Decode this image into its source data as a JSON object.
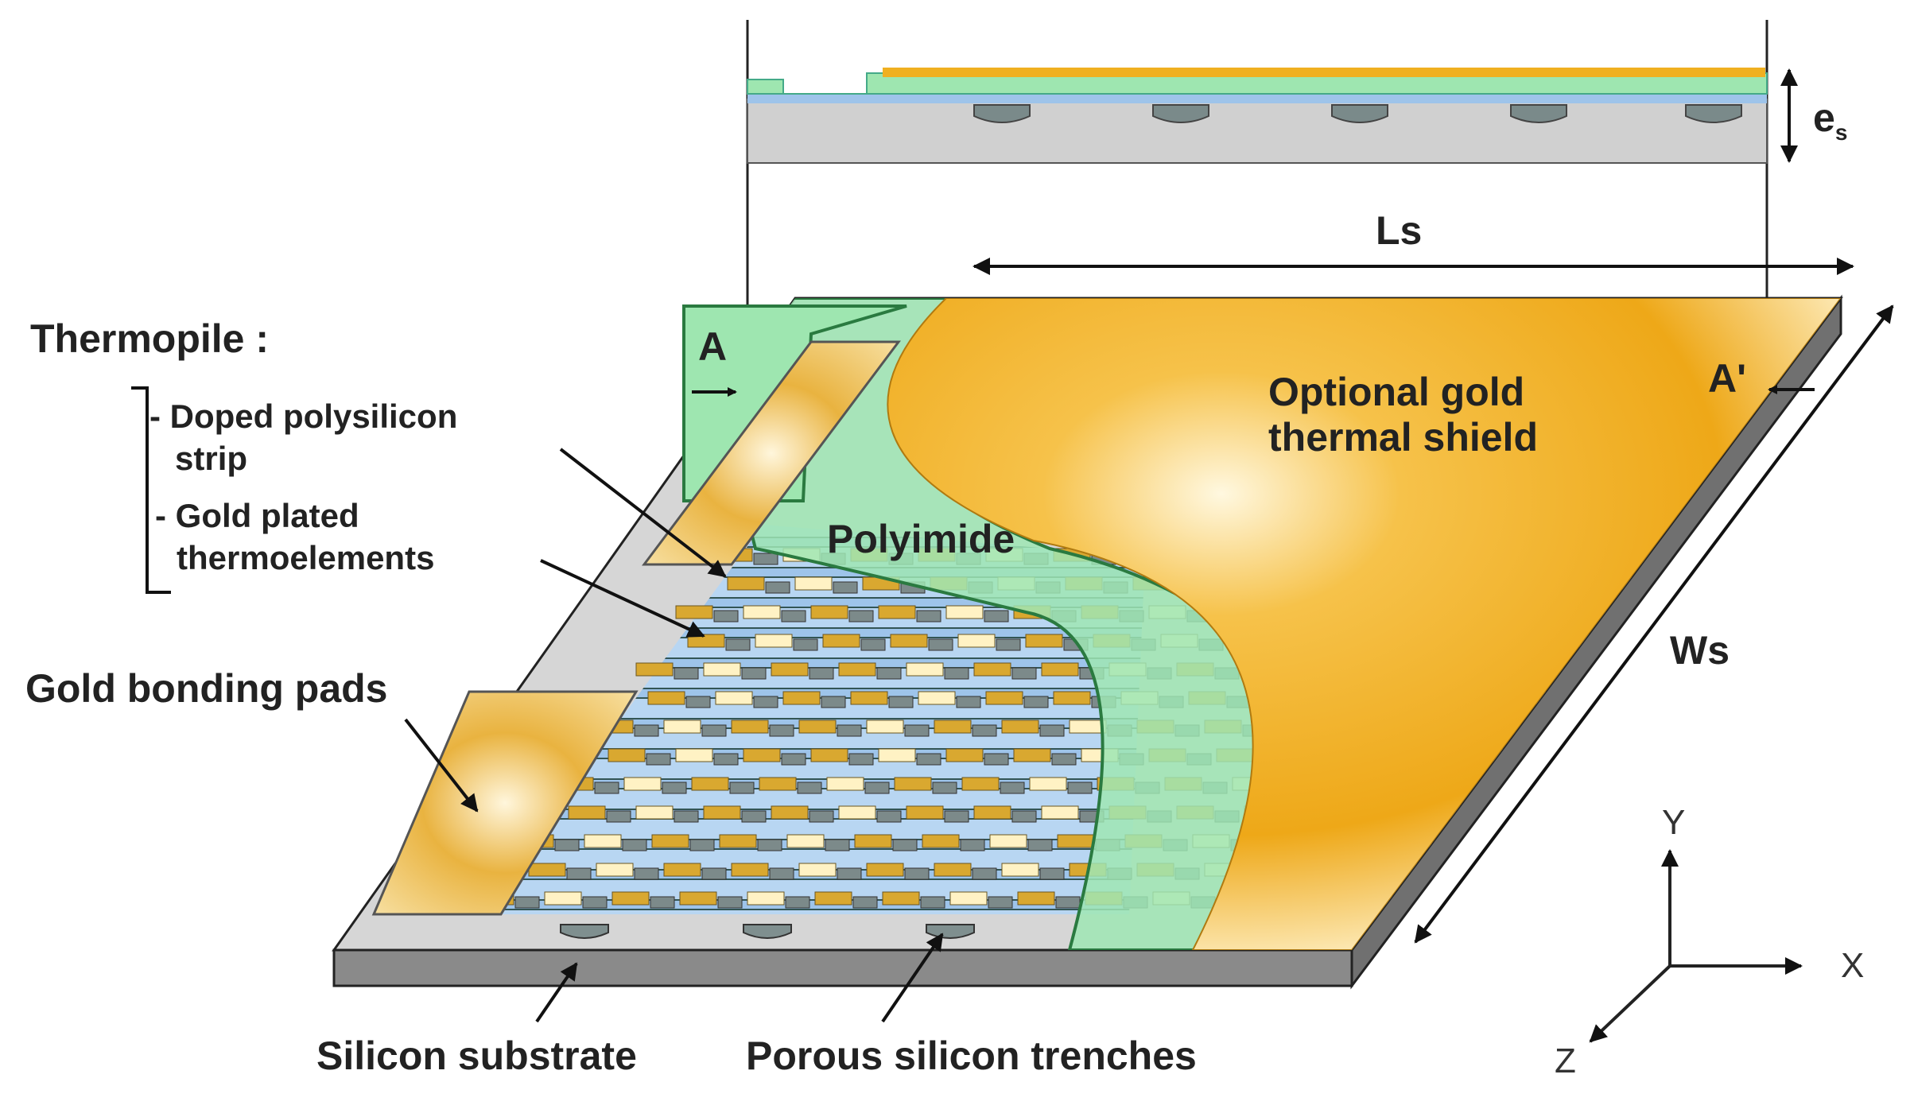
{
  "labels": {
    "thermopile_heading": "Thermopile :",
    "thermopile_item_1": "- Doped polysilicon",
    "thermopile_item_1b": "strip",
    "thermopile_item_2": "- Gold plated",
    "thermopile_item_2b": "thermoelements",
    "gold_bonding_pads": "Gold bonding pads",
    "silicon_substrate": "Silicon substrate",
    "porous_silicon_trenches": "Porous silicon trenches",
    "polyimide": "Polyimide",
    "optional_gold_shield_1": "Optional gold",
    "optional_gold_shield_2": "thermal shield",
    "dim_length": "Ls",
    "dim_width": "Ws",
    "dim_thickness": "e",
    "dim_thickness_sub": "s",
    "section_a": "A",
    "section_a_prime": "A'"
  },
  "axes": {
    "y": "Y",
    "x": "X",
    "z": "Z"
  },
  "colors": {
    "gold": "#f0b020",
    "gold_light": "#fff6d8",
    "polyimide_green": "#8ee0a0",
    "porous_blue": "#9ec4ea",
    "substrate_gray": "#d4d4d4",
    "substrate_side": "#8a8a8a",
    "outline": "#1a1a1a"
  }
}
